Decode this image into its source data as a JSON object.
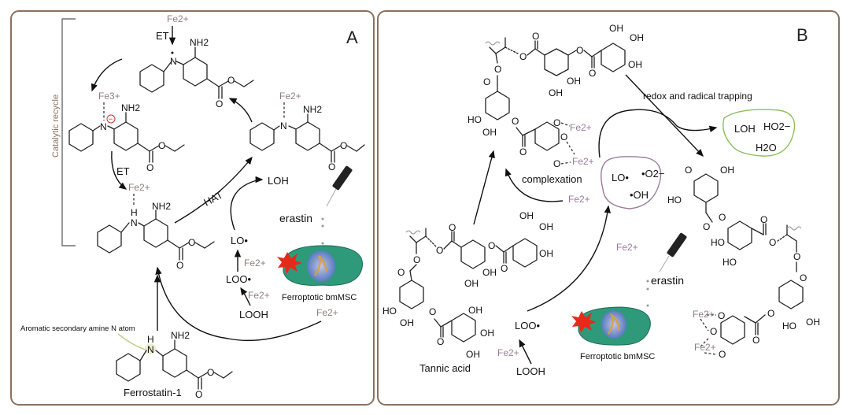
{
  "panels": [
    {
      "letter": "A",
      "side_label": "Catalytic recycle",
      "labels": {
        "et_top": "ET",
        "et_mid": "ET",
        "hat": "HAT",
        "loh": "LOH",
        "erastin": "erastin",
        "lo_radical": "LO•",
        "loo_radical": "LOO•",
        "looh": "LOOH",
        "cell": "Ferroptotic bmMSC",
        "annotation": "Aromatic secondary amine N atom",
        "compound_name": "Ferrostatin-1"
      },
      "iron": {
        "fe2": "Fe2+",
        "fe3": "Fe3+"
      },
      "atoms": {
        "nh2": "NH2",
        "n": "N",
        "h": "H",
        "o": "O",
        "minus": "−"
      }
    },
    {
      "letter": "B",
      "labels": {
        "redox": "redox and radical trapping",
        "complexation": "complexation",
        "erastin": "erastin",
        "loo_radical": "LOO•",
        "looh": "LOOH",
        "cell": "Ferroptotic bmMSC",
        "compound_name": "Tannic acid"
      },
      "ros_bubble": [
        "LO•",
        "•O2−",
        "•OH"
      ],
      "product_bubble": [
        "LOH",
        "HO2−",
        "H2O"
      ],
      "iron": {
        "fe2": "Fe2+"
      },
      "atoms": {
        "oh": "OH",
        "ho": "HO",
        "o": "O"
      }
    }
  ],
  "colors": {
    "frame": "#8a7260",
    "iron_a": "#8f7f7f",
    "iron_b": "#9a7b9a",
    "ros_bubble": "#9a7b9a",
    "product_bubble": "#8cbf5a",
    "radical_dot": "#cc2222",
    "annotation_highlight": "#c8cc8a",
    "cell": "#2f9a7a",
    "burst": "#e62a1a"
  }
}
